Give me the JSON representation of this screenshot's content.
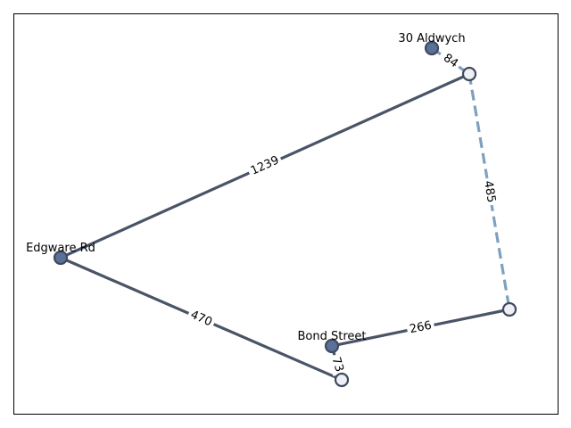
{
  "colors": {
    "edge_solid": "#4a5467",
    "edge_dashed": "#7fa0be",
    "node_named_fill": "#5a7199",
    "node_plain_fill": "#eef0f5",
    "node_stroke": "#3f4a5e"
  },
  "nodes": [
    {
      "id": "aldwych",
      "label": "30 Aldwych",
      "named": true
    },
    {
      "id": "p1",
      "label": "",
      "named": false
    },
    {
      "id": "edgware",
      "label": "Edgware Rd",
      "named": true
    },
    {
      "id": "p2",
      "label": "",
      "named": false
    },
    {
      "id": "bond",
      "label": "Bond Street",
      "named": true
    },
    {
      "id": "p3",
      "label": "",
      "named": false
    }
  ],
  "edges": [
    {
      "id": "e-aldwych-p1",
      "from": "aldwych",
      "to": "p1",
      "label": "84",
      "style": "dashed"
    },
    {
      "id": "e-p1-p2",
      "from": "p1",
      "to": "p2",
      "label": "485",
      "style": "dashed"
    },
    {
      "id": "e-edgware-p1",
      "from": "edgware",
      "to": "p1",
      "label": "1239",
      "style": "solid"
    },
    {
      "id": "e-edgware-p3",
      "from": "edgware",
      "to": "p3",
      "label": "470",
      "style": "solid"
    },
    {
      "id": "e-bond-p2",
      "from": "bond",
      "to": "p2",
      "label": "266",
      "style": "solid"
    },
    {
      "id": "e-bond-p3",
      "from": "bond",
      "to": "p3",
      "label": "73",
      "style": "solid"
    }
  ]
}
